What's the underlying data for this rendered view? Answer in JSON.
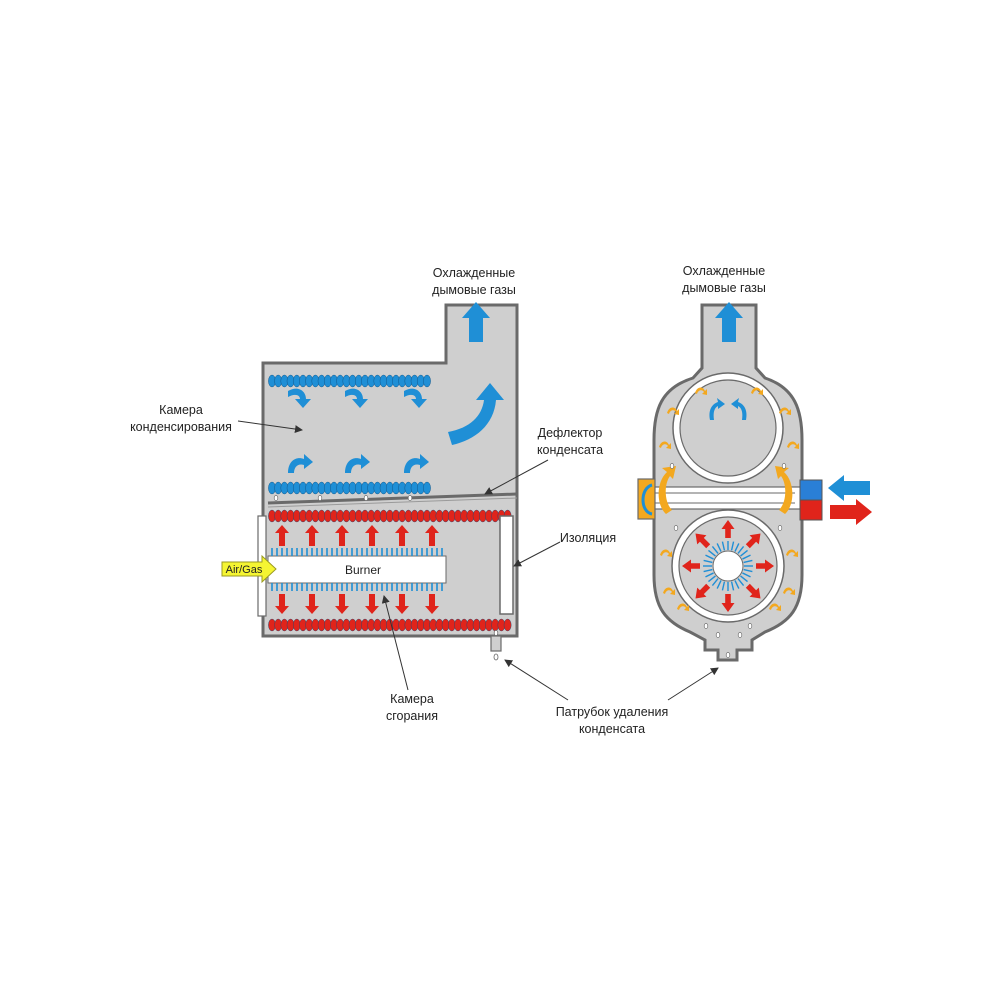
{
  "labels": {
    "outlet_left": [
      "Охлажденные",
      "дымовые газы"
    ],
    "outlet_right": [
      "Охлажденные",
      "дымовые газы"
    ],
    "condensing_chamber": [
      "Камера",
      "конденсирования"
    ],
    "condensate_deflector": [
      "Дефлектор",
      "конденсата"
    ],
    "insulation": "Изоляция",
    "combustion_chamber": [
      "Камера",
      "сгорания"
    ],
    "condensate_drain": [
      "Патрубок удаления",
      "конденсата"
    ],
    "burner": "Burner",
    "air_gas": "Air/Gas"
  },
  "colors": {
    "body": "#cfcfcf",
    "outline": "#6a6a6a",
    "cold_flow": "#1f8fd6",
    "hot_flow": "#e0241b",
    "warm_flow": "#f3a81f",
    "burner_fill": "#ffffff",
    "air_gas_arrow": "#f5f532",
    "return_port": "#2a7fd6",
    "supply_port": "#e0241b",
    "side_port": "#f3a81f"
  },
  "icons": {
    "flue_arrow": "arrow-up-icon",
    "swirl": "curved-arrow-icon",
    "cold_in": "arrow-left-icon",
    "hot_out": "arrow-right-icon"
  }
}
